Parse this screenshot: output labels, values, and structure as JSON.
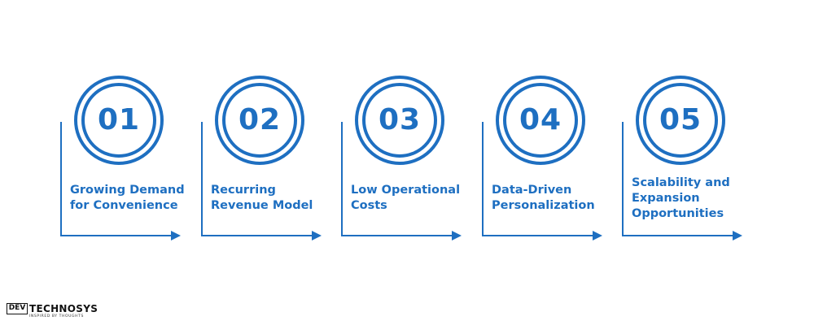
{
  "steps": [
    {
      "number": "01",
      "label": "Growing Demand for Convenience"
    },
    {
      "number": "02",
      "label": "Recurring Revenue Model"
    },
    {
      "number": "03",
      "label": "Low Operational Costs"
    },
    {
      "number": "04",
      "label": "Data-Driven Personalization"
    },
    {
      "number": "05",
      "label": "Scalability and Expansion Opportunities"
    }
  ],
  "brand": {
    "mark": "DEV",
    "wordmark": "TECHNOSYS",
    "tagline": "INSPIRED BY THOUGHTS"
  },
  "colors": {
    "accent": "#1e6fc1",
    "background": "#ffffff"
  },
  "icons": {
    "step_arrow": "arrow-right-icon",
    "step_circle": "ring-icon"
  }
}
